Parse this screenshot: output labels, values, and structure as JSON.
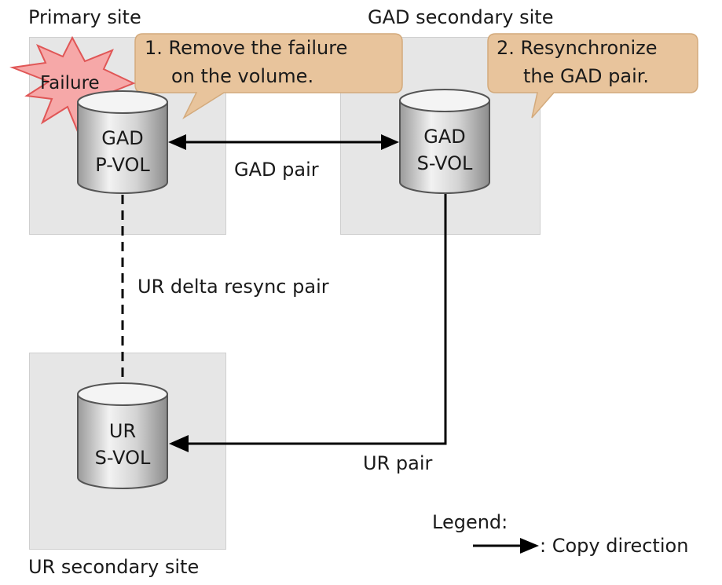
{
  "sites": {
    "primary": {
      "label": "Primary site"
    },
    "gad_secondary": {
      "label": "GAD secondary site"
    },
    "ur_secondary": {
      "label": "UR secondary site"
    }
  },
  "volumes": {
    "pvol": {
      "line1": "GAD",
      "line2": "P-VOL"
    },
    "svol": {
      "line1": "GAD",
      "line2": "S-VOL"
    },
    "ur_svol": {
      "line1": "UR",
      "line2": "S-VOL"
    }
  },
  "failure_badge": {
    "text": "Failure"
  },
  "callouts": {
    "step1": {
      "line1": "1. Remove the failure",
      "line2": "on the volume."
    },
    "step2": {
      "line1": "2. Resynchronize",
      "line2": "the GAD pair."
    }
  },
  "connections": {
    "gad_pair": "GAD pair",
    "ur_delta": "UR delta resync pair",
    "ur_pair": "UR pair"
  },
  "legend": {
    "title": "Legend:",
    "copy_direction": ": Copy direction"
  },
  "colors": {
    "site_fill": "#e6e6e6",
    "callout_fill": "#e8c49c",
    "failure_fill": "#f6a8a8",
    "failure_stroke": "#e05656",
    "cylinder_body": "#cfcfcf",
    "line": "#000000"
  }
}
